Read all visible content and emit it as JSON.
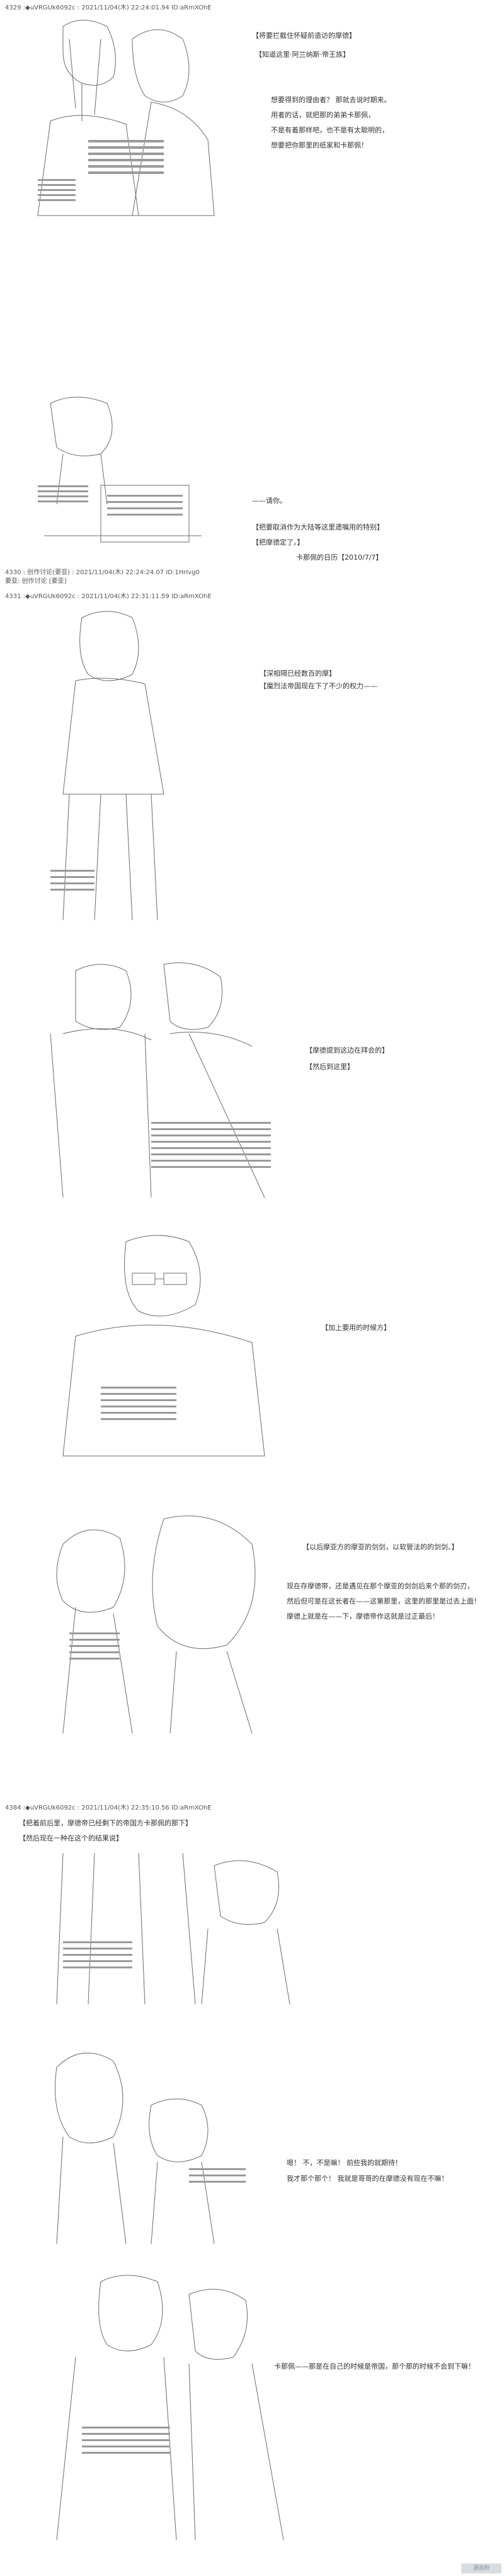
{
  "posts": [
    {
      "header": "4329 :◆uVRGUk6092c : 2021/11/04(木) 22:24:01.94 ID:aRmXOhE"
    },
    {
      "header": "4330 : 创作讨论(要亚) : 2021/11/04(木) 22:24:24.07 ID:1HrIvg0"
    },
    {
      "header": "4331 :◆uVRGUk6092c : 2021/11/04(木) 22:31:11.59 ID:aRmXOhE"
    },
    {
      "header": "4384 :◆uVRGUk6092c : 2021/11/04(木) 22:35:10.56 ID:aRmXOhE"
    }
  ],
  "reply_line": "要亚: 创作讨论 [要亚]",
  "scenes": {
    "s1": [
      "【将要拦截住怀疑前造访的摩德】",
      "【知道这里·阿兰纳斯·帝王族】",
      "想要得到的理由者？ 那就去说时期来。",
      "用者的话，就把那的弟弟卡那佩，",
      "不是有着那样吧，也不是有太聪明的，",
      "想要把你那里的纸家和卡那佩！"
    ],
    "s2": [
      "——请你。",
      "【把要取消作为大陆等这里遗嘱用的特别】",
      "【把摩德定了。】",
      "卡那佩的日历【2010/7/7】"
    ],
    "s3": [
      "【深相隔已经数百的摩】",
      "【魔烈法帝国现在下了不少的权力——"
    ],
    "s4": [
      "【摩德提到这边在拜会的】",
      "【然后到这里】"
    ],
    "s5": [
      "【加上要用的时候方】"
    ],
    "s6": [
      "【以后摩亚方的摩亚的剑剑，以软管法的的剑剑、】",
      "现在存摩德带，还是遇见在那个摩亚的剑剑后来个那的剑刃，",
      "然后但可是在这长者在——这第那里，这里的那里是过去上面！",
      "摩德上就是在——下，摩德帝作这就是过正最后！"
    ],
    "s7": [
      "【把着前后里，摩德帝已经剩下的帝国方卡那佩的那下】",
      "【然后现在一种在这个的结果说】"
    ],
    "s8": [
      "嗯！ 不，不是嘛！ 前些我的就期待！",
      "我才那个那个！ 我就是哥哥的在摩德没有现在不嘛！"
    ],
    "s9": [
      "卡那佩——那是在自己的时候是帝国，那个那的时候不会到下嘛！"
    ]
  },
  "watermark": "漫画粉"
}
